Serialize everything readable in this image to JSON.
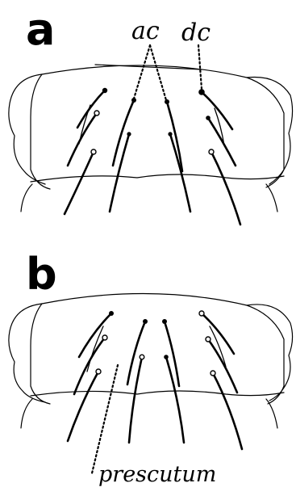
{
  "panels": {
    "a": {
      "letter": "a",
      "labels": {
        "ac": "ac",
        "dc": "dc"
      }
    },
    "b": {
      "letter": "b",
      "labels": {
        "prescutum": "prescutum"
      }
    }
  }
}
